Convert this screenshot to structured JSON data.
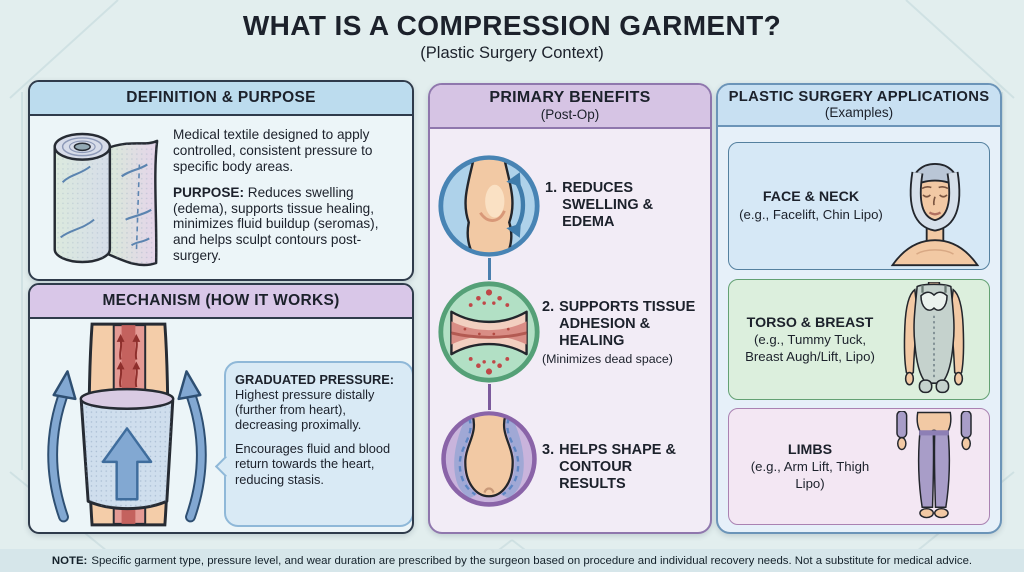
{
  "palette": {
    "ink": "#1c212b",
    "canvas-bg": "#e2eeee",
    "header-blue": "#bcdcee",
    "header-purple": "#d9c7e8",
    "box-bg": "#ecf5f8",
    "benefits-header": "#d6c4e4",
    "benefits-bg": "#f2ecf6",
    "benefits-border": "#8f77ad",
    "apps-header": "#c8e0f2",
    "apps-bg": "#e6f0f9",
    "apps-border": "#6b94b8",
    "card-face-bg": "#d6e8f6",
    "card-torso-bg": "#dcefdd",
    "card-limbs-bg": "#f3e7f3",
    "circle-blue": "#4884b4",
    "circle-green": "#55a077",
    "circle-purple": "#8a64a8",
    "note-bg": "#d6e6ea"
  },
  "header": {
    "title": "WHAT IS A COMPRESSION GARMENT?",
    "subtitle": "(Plastic Surgery Context)"
  },
  "definition": {
    "heading": "DEFINITION & PURPOSE",
    "paragraph1": "Medical textile designed to apply controlled, consistent pressure to specific body areas.",
    "purpose_label": "PURPOSE:",
    "purpose_text": "Reduces swelling (edema), supports tissue healing, minimizes fluid buildup (seromas), and helps sculpt contours post-surgery.",
    "icon": "garment-roll-illustration"
  },
  "mechanism": {
    "heading": "MECHANISM (HOW IT WORKS)",
    "bubble_label": "GRADUATED PRESSURE:",
    "bubble_text1": "Highest pressure distally (further from heart), decreasing proximally.",
    "bubble_text2": "Encourages fluid and blood return towards the heart, reducing stasis.",
    "icon": "limb-compression-illustration"
  },
  "benefits": {
    "heading": "PRIMARY BENEFITS",
    "subheading": "(Post-Op)",
    "items": [
      {
        "number": "1.",
        "label": "REDUCES SWELLING & EDEMA",
        "note": "",
        "icon": "swollen-limb-icon"
      },
      {
        "number": "2.",
        "label": "SUPPORTS TISSUE ADHESION & HEALING",
        "note": "(Minimizes dead space)",
        "icon": "tissue-layers-icon"
      },
      {
        "number": "3.",
        "label": "HELPS SHAPE & CONTOUR RESULTS",
        "note": "",
        "icon": "body-contour-icon"
      }
    ]
  },
  "applications": {
    "heading": "PLASTIC SURGERY APPLICATIONS",
    "subheading": "(Examples)",
    "cards": [
      {
        "title": "FACE & NECK",
        "examples": "(e.g., Facelift, Chin Lipo)",
        "icon": "face-neck-garment-illustration"
      },
      {
        "title": "TORSO & BREAST",
        "examples": "(e.g., Tummy Tuck, Breast Augh/Lift, Lipo)",
        "icon": "torso-garment-illustration"
      },
      {
        "title": "LIMBS",
        "examples": "(e.g., Arm Lift, Thigh Lipo)",
        "icon": "limbs-garment-illustration"
      }
    ]
  },
  "footer": {
    "note_label": "NOTE:",
    "note_text": "Specific garment type, pressure level, and wear duration are prescribed by the surgeon based on procedure and individual recovery needs. Not a substitute for medical advice."
  }
}
